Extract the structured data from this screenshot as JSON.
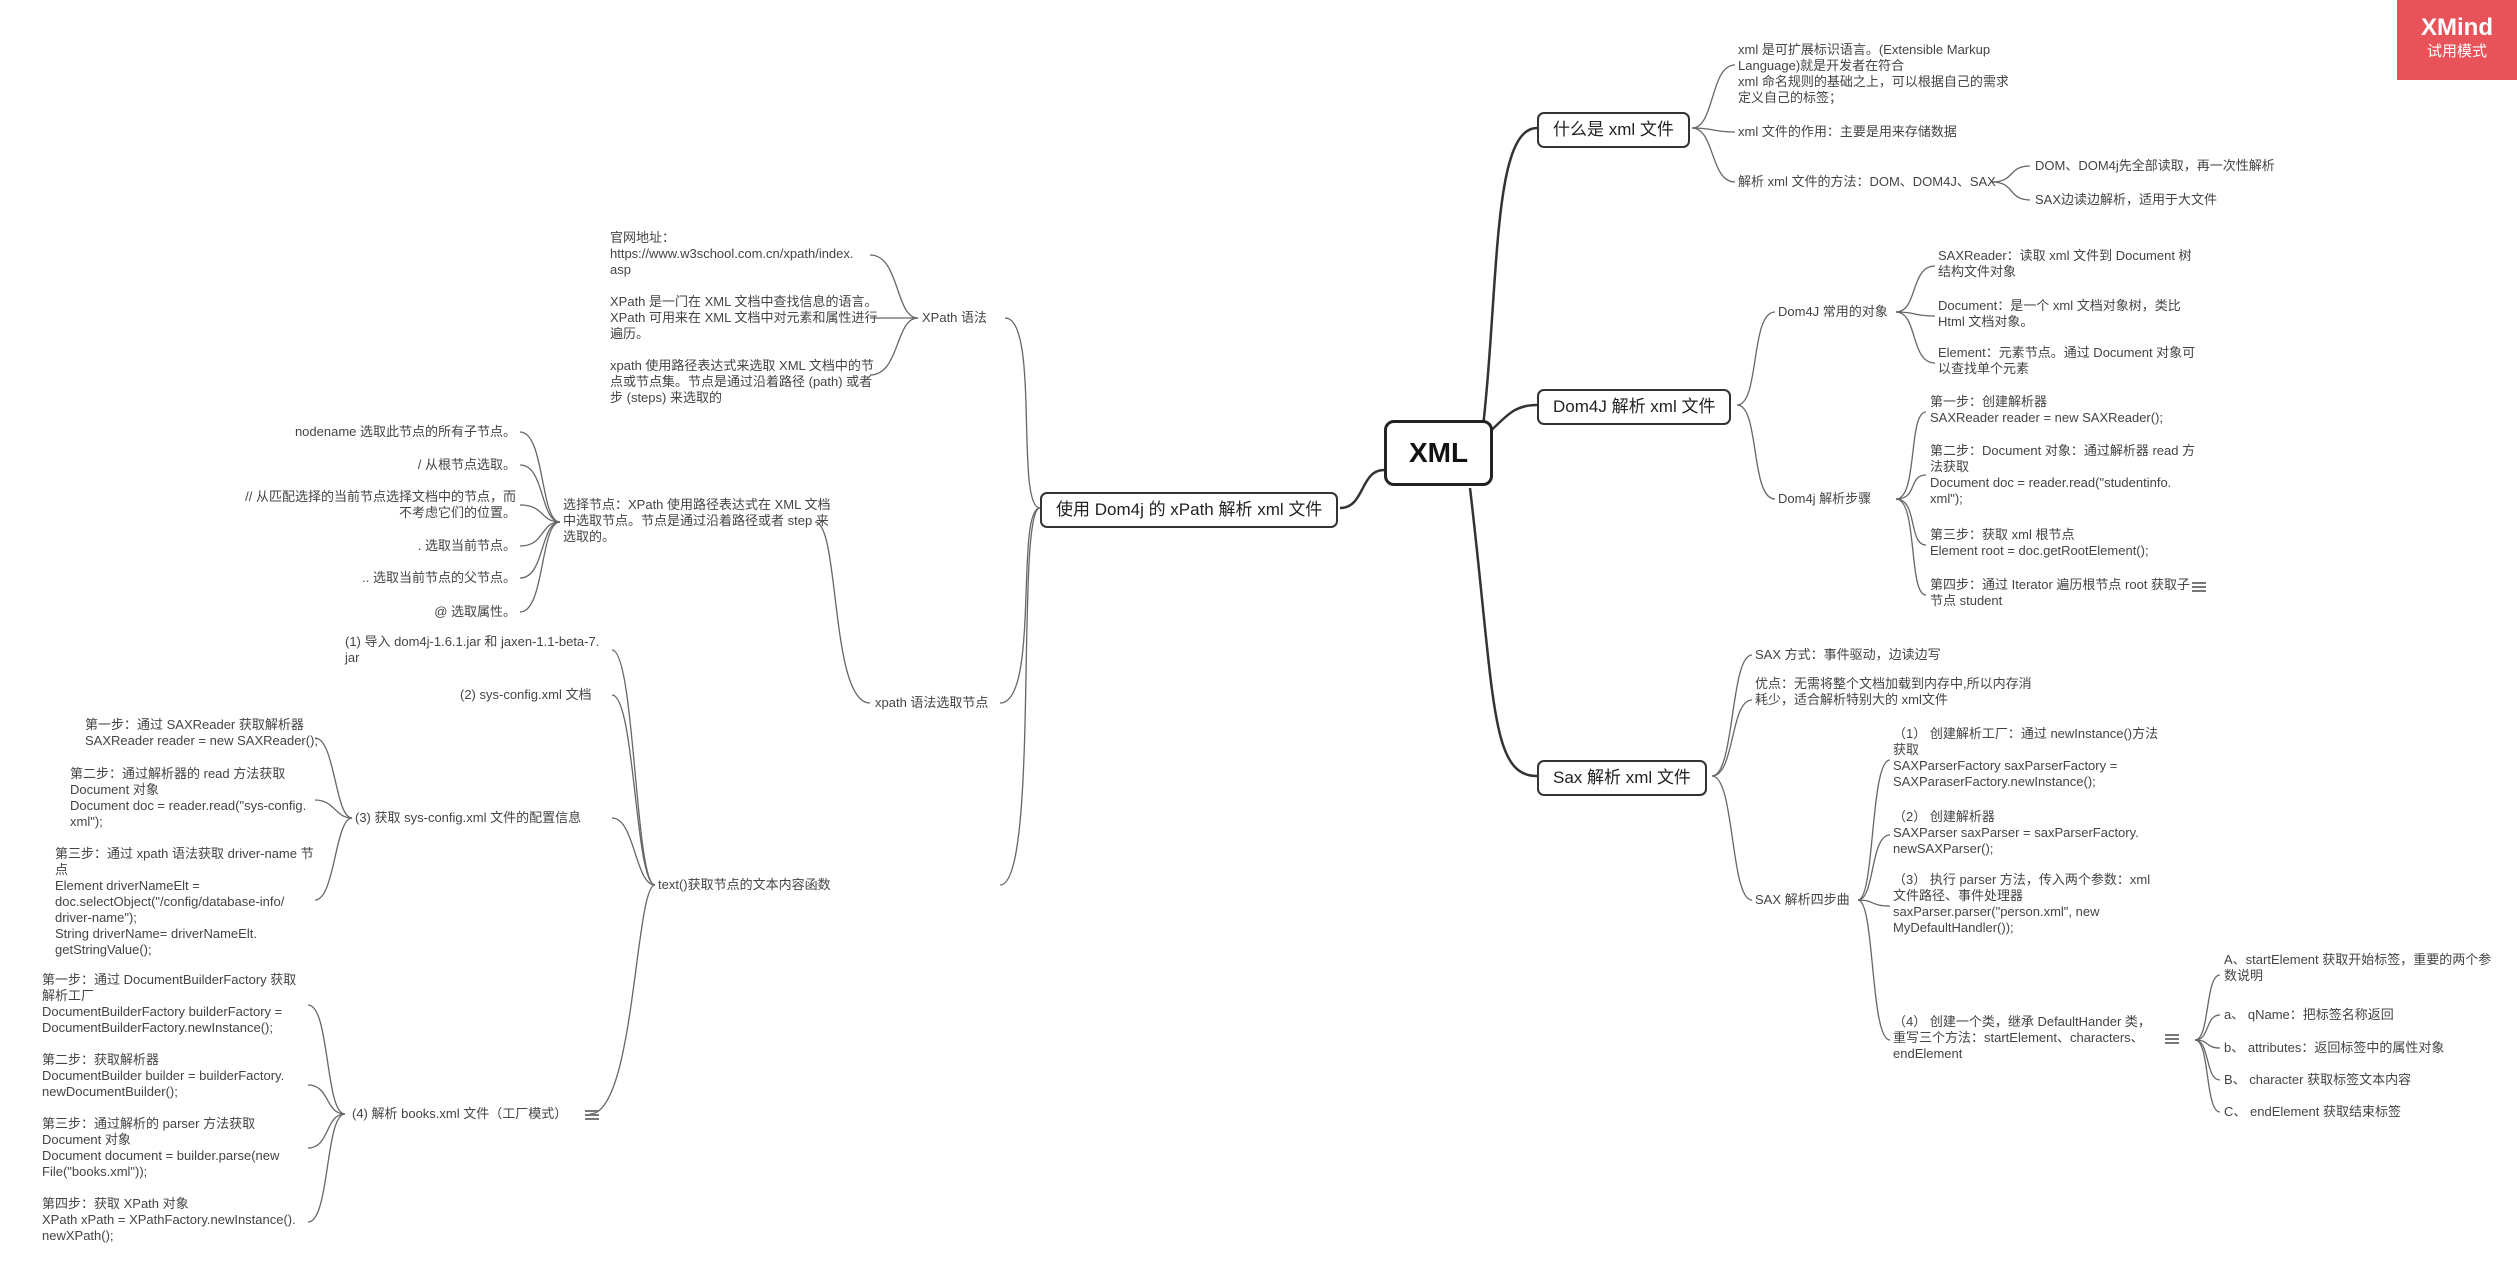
{
  "central": "XML",
  "badge": {
    "title": "XMind",
    "subtitle": "试用模式"
  },
  "right": {
    "b1": {
      "title": "什么是 xml 文件",
      "def": "xml 是可扩展标识语言。(Extensible Markup\nLanguage)就是开发者在符合\nxml 命名规则的基础之上，可以根据自己的需求\n定义自己的标签；",
      "use": "xml 文件的作用：主要是用来存储数据",
      "parse": "解析 xml 文件的方法：DOM、DOM4J、SAX",
      "dom": "DOM、DOM4j先全部读取，再一次性解析",
      "sax": "SAX边读边解析，适用于大文件"
    },
    "b2": {
      "title": "Dom4J 解析 xml 文件",
      "objs": "Dom4J 常用的对象",
      "o1": "SAXReader：读取 xml 文件到 Document 树\n结构文件对象",
      "o2": "Document：是一个 xml 文档对象树，类比\nHtml 文档对象。",
      "o3": "Element：元素节点。通过 Document 对象可\n以查找单个元素",
      "steps": "Dom4j 解析步骤",
      "s1": "第一步：创建解析器\nSAXReader reader = new SAXReader();",
      "s2": "第二步：Document 对象：通过解析器 read 方\n法获取\nDocument doc = reader.read(\"studentinfo.\nxml\");",
      "s3": "第三步：获取 xml 根节点\nElement root = doc.getRootElement();",
      "s4": "第四步：通过 Iterator 遍历根节点 root 获取子\n节点 student"
    },
    "b3": {
      "title": "Sax 解析 xml 文件",
      "mode": "SAX 方式：事件驱动，边读边写",
      "adv": "优点：无需将整个文档加载到内存中,所以内存消\n耗少，适合解析特别大的 xml文件",
      "steps": "SAX 解析四步曲",
      "s1": "（1） 创建解析工厂：通过 newInstance()方法\n获取\nSAXParserFactory saxParserFactory =\nSAXParaserFactory.newInstance();",
      "s2": "（2） 创建解析器\nSAXParser saxParser = saxParserFactory.\nnewSAXParser();",
      "s3": "（3） 执行 parser 方法，传入两个参数：xml\n文件路径、事件处理器\nsaxParser.parser(\"person.xml\", new\nMyDefaultHandler());",
      "s4": "（4） 创建一个类，继承 DefaultHander 类，\n重写三个方法：startElement、characters、\nendElement",
      "m1": "A、startElement 获取开始标签，重要的两个参\n数说明",
      "m2": "a、 qName：把标签名称返回",
      "m3": "b、 attributes：返回标签中的属性对象",
      "m4": "B、 character 获取标签文本内容",
      "m5": "C、 endElement 获取结束标签"
    }
  },
  "left": {
    "main": "使用 Dom4j 的 xPath 解析 xml 文件",
    "xpath": {
      "title": "XPath 语法",
      "site": "官网地址：\nhttps://www.w3school.com.cn/xpath/index.\nasp",
      "about": "XPath 是一门在 XML 文档中查找信息的语言。\nXPath 可用来在 XML 文档中对元素和属性进行\n遍历。",
      "expr": "xpath 使用路径表达式来选取 XML 文档中的节\n点或节点集。节点是通过沿着路径 (path) 或者\n步 (steps) 来选取的"
    },
    "sel": {
      "title": "xpath 语法选取节点",
      "node": "选择节点：XPath 使用路径表达式在 XML 文档\n中选取节点。节点是通过沿着路径或者 step 来\n选取的。",
      "n1": "nodename 选取此节点的所有子节点。",
      "n2": "/ 从根节点选取。",
      "n3": "// 从匹配选择的当前节点选择文档中的节点，而\n不考虑它们的位置。",
      "n4": ". 选取当前节点。",
      "n5": ".. 选取当前节点的父节点。",
      "n6": "@ 选取属性。"
    },
    "text": {
      "title": "text()获取节点的文本内容函数",
      "t1": "(1)  导入 dom4j-1.6.1.jar 和 jaxen-1.1-beta-7.\njar",
      "t2": "(2)  sys-config.xml 文档",
      "t3": "(3)  获取 sys-config.xml 文件的配置信息",
      "t3a": "第一步：通过 SAXReader 获取解析器\nSAXReader reader = new SAXReader();",
      "t3b": "第二步：通过解析器的 read 方法获取\nDocument 对象\nDocument doc = reader.read(\"sys-config.\nxml\");",
      "t3c": "第三步：通过 xpath 语法获取 driver-name 节\n点\nElement driverNameElt =\ndoc.selectObject(\"/config/database-info/\ndriver-name\");\nString driverName= driverNameElt.\ngetStringValue();",
      "t4": "(4)  解析 books.xml 文件（工厂模式）",
      "t4a": "第一步：通过 DocumentBuilderFactory 获取\n解析工厂\nDocumentBuilderFactory builderFactory =\nDocumentBuilderFactory.newInstance();",
      "t4b": "第二步：获取解析器\nDocumentBuilder builder = builderFactory.\nnewDocumentBuilder();",
      "t4c": "第三步：通过解析的 parser 方法获取\nDocument 对象\nDocument document = builder.parse(new\nFile(\"books.xml\"));",
      "t4d": "第四步：获取 XPath 对象\nXPath xPath = XPathFactory.newInstance().\nnewXPath();"
    }
  }
}
